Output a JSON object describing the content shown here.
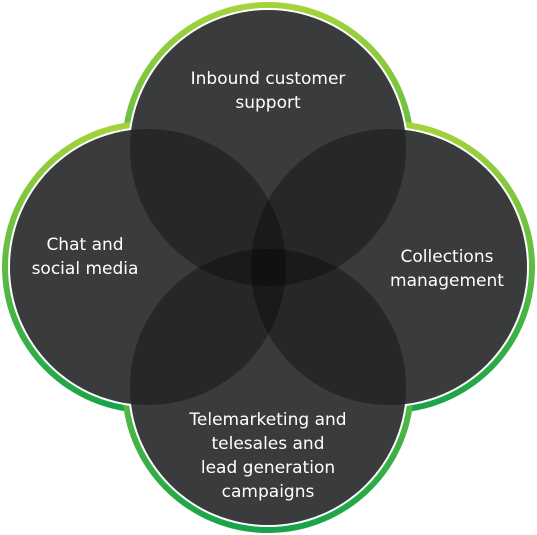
{
  "diagram": {
    "circles": [
      {
        "id": "top",
        "label": "Inbound customer\nsupport"
      },
      {
        "id": "right",
        "label": "Collections\nmanagement"
      },
      {
        "id": "bottom",
        "label": "Telemarketing and\ntelesales and\nlead generation\ncampaigns"
      },
      {
        "id": "left",
        "label": "Chat and\nsocial media"
      }
    ]
  },
  "colors": {
    "ring_light": "#9fd03a",
    "ring_dark": "#1fa648",
    "circle_fill": "#57585a",
    "overlap_fill": "#000000",
    "text": "#ffffff"
  }
}
